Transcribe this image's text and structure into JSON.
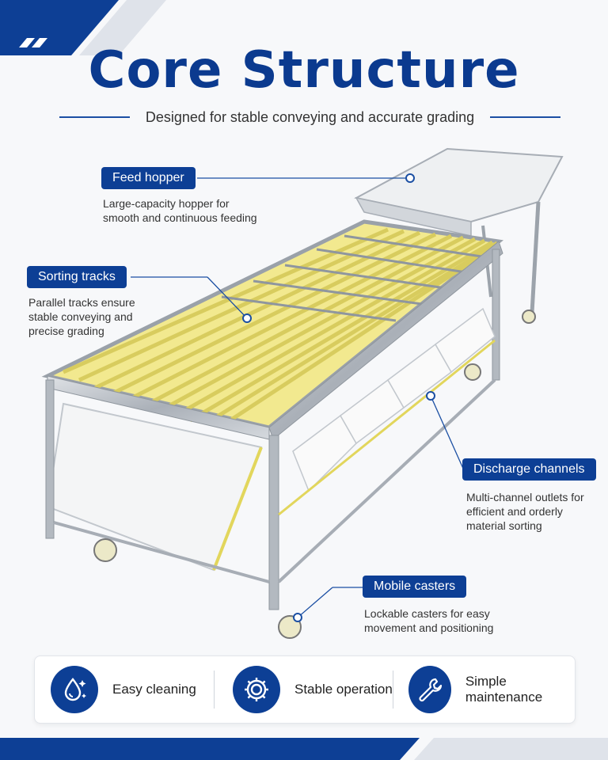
{
  "title": "Core Structure",
  "subtitle": "Designed for stable conveying and accurate grading",
  "callouts": [
    {
      "label": "Feed hopper",
      "desc": [
        "Large-capacity hopper for",
        "smooth and continuous feeding"
      ]
    },
    {
      "label": "Sorting tracks",
      "desc": [
        "Parallel tracks ensure",
        "stable conveying and",
        "precise grading"
      ]
    },
    {
      "label": "Discharge channels",
      "desc": [
        "Multi-channel outlets for",
        "efficient and orderly",
        "material sorting"
      ]
    },
    {
      "label": "Mobile casters",
      "desc": [
        "Lockable casters for easy",
        "movement and positioning"
      ]
    }
  ],
  "features": [
    {
      "label": "Easy cleaning",
      "icon": "water-drop-sparkle-icon"
    },
    {
      "label": "Stable operation",
      "icon": "gear-icon"
    },
    {
      "label": "Simple maintenance",
      "icon": "wrench-icon"
    }
  ],
  "colors": {
    "brand": "#0d3f95",
    "accent": "#1b4fa3",
    "track": "#e8dc7a",
    "steel": "#b9bec6"
  }
}
